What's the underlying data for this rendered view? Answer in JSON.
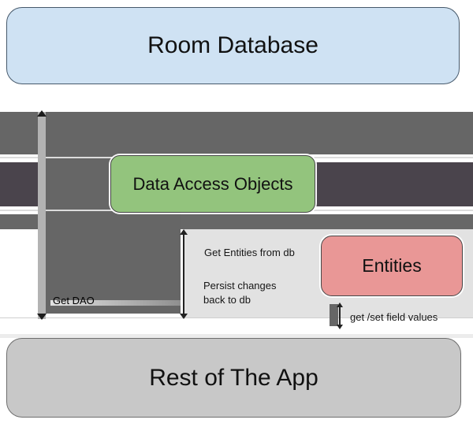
{
  "diagram": {
    "title": "Room database architecture diagram",
    "nodes": [
      {
        "id": "room-database",
        "label": "Room Database",
        "fill": "#cfe2f3",
        "border": "#46596b"
      },
      {
        "id": "data-access-objects",
        "label": "Data Access Objects",
        "fill": "#93c47d",
        "border": "#474747"
      },
      {
        "id": "entities",
        "label": "Entities",
        "fill": "#e99796",
        "border": "#474747"
      },
      {
        "id": "rest-of-the-app",
        "label": "Rest of The App",
        "fill": "#c8c8c8",
        "border": "#6e6e6e"
      }
    ],
    "edge_labels": {
      "get_dao": "Get DAO",
      "get_entities": "Get Entities from db",
      "persist_line1": "Persist changes",
      "persist_line2": "back to db",
      "get_set_fields": "get /set field values"
    },
    "colors": {
      "band_gray": "#666666",
      "band_dark": "#4a444c",
      "vertical_bar_light": "#b3b3b3",
      "label_panel": "#e2e2e2",
      "arrow_black": "#222222"
    }
  }
}
